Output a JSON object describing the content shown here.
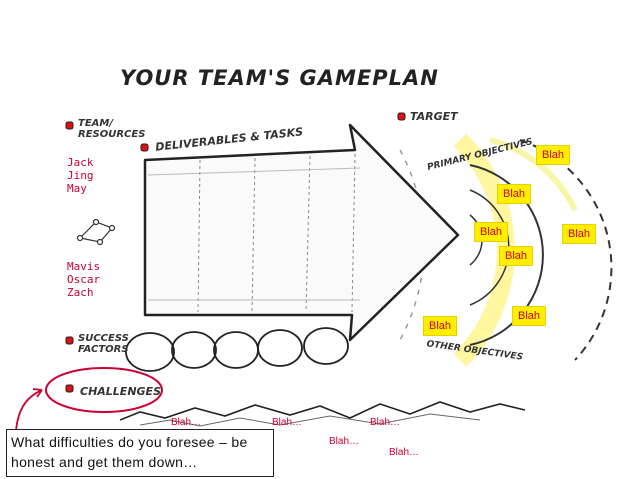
{
  "header": {
    "title": "YOUR TEAM'S GAMEPLAN"
  },
  "sections": {
    "team_resources": "TEAM/\nRESOURCES",
    "deliverables": "DELIVERABLES & TASKS",
    "target": "TARGET",
    "primary_objectives": "PRIMARY OBJECTIVES",
    "other_objectives": "OTHER OBJECTIVES",
    "success_factors": "SUCCESS\nFACTORS",
    "challenges": "CHALLENGES"
  },
  "team": {
    "group_a": "Jack\nJing\nMay",
    "group_b": "Mavis\nOscar\nZach"
  },
  "targets": [
    "Blah",
    "Blah",
    "Blah",
    "Blah",
    "Blah",
    "Blah",
    "Blah"
  ],
  "challenges": [
    "Blah…",
    "Blah…",
    "Blah…",
    "Blah…",
    "Blah…"
  ],
  "callout": {
    "text": "What difficulties do you foresee – be honest and get them down…"
  },
  "colors": {
    "accent": "#cc0033",
    "highlight": "#ffee00",
    "bullet": "#dd1111"
  }
}
